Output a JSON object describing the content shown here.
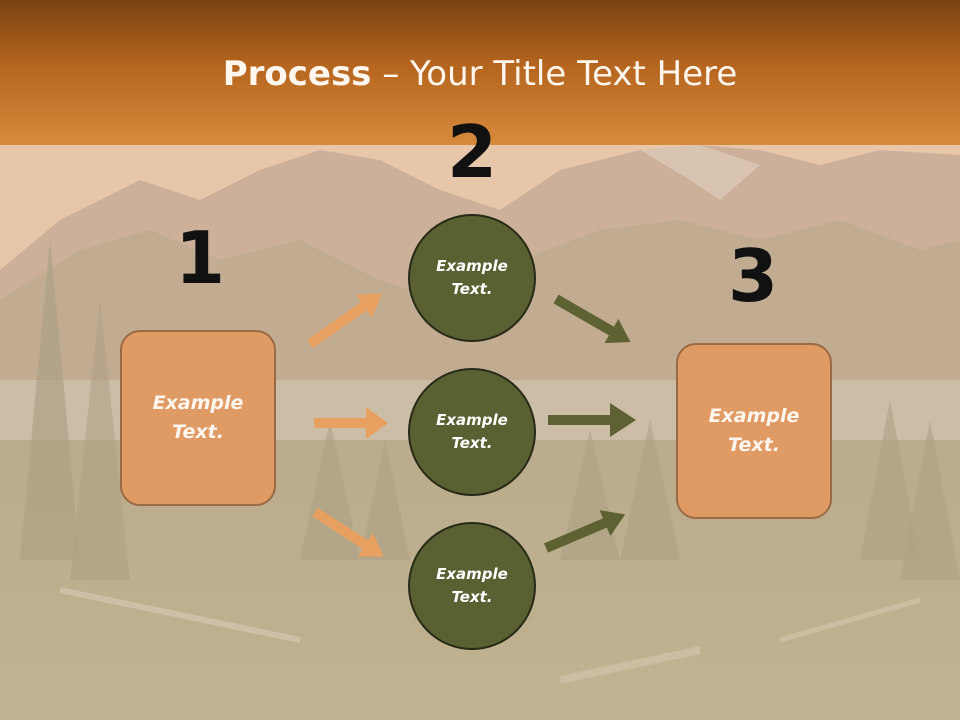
{
  "title": {
    "bold": "Process",
    "rest": " – Your Title Text Here"
  },
  "steps": {
    "one": "1",
    "two": "2",
    "three": "3"
  },
  "boxes": {
    "left": "Example\nText.",
    "right": "Example\nText."
  },
  "circles": {
    "top": "Example\nText.",
    "middle": "Example\nText.",
    "bottom": "Example\nText."
  },
  "colors": {
    "header": "#b5651e",
    "box_fill": "#e09a64",
    "circle_fill": "#5a6032",
    "orange_arrow": "#e8a060",
    "olive_arrow": "#5e6233"
  },
  "icons": {
    "arrows": "right-arrow-icon",
    "background": "mountain-lake-forest-photo"
  }
}
